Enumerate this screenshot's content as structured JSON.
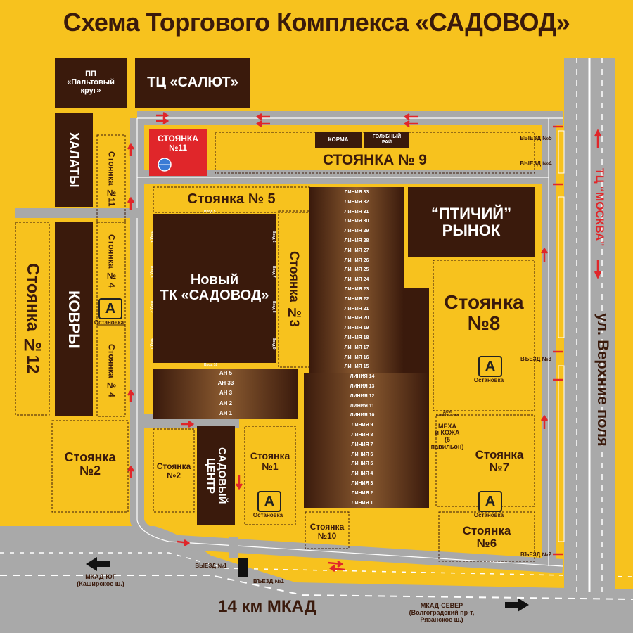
{
  "title": "Схема Торгового Комплекса  «САДОВОД»",
  "buildings": {
    "paltovy": "ПП\n«Пальтовый\nкруг»",
    "salut": "ТЦ «САЛЮТ»",
    "khalaty": "ХАЛАТЫ",
    "kovry": "КОВРЫ",
    "novy_tk": "Новый\nТК «САДОВОД»",
    "ptichiy": "“ПТИЧИЙ”\nРЫНОК",
    "sadovy": "САДОВЫЙ\nЦЕНТР",
    "mekha": "МЕХА\nи КОЖА\n(5 павильон)",
    "dom_biz": "ДОМ\nБИЖУТЕРИИ",
    "korma": "КОРМА",
    "golub": "ГОЛУБНЫЙ\nРАЙ"
  },
  "parkings": {
    "p11_red": "СТОЯНКА\n№11",
    "p9": "СТОЯНКА № 9",
    "p5": "Стоянка № 5",
    "p3": "Стоянка №3",
    "p12": "Стоянка №12",
    "p11": "Стоянка №11",
    "p4a": "Стоянка № 4",
    "p4b": "Стоянка № 4",
    "p8": "Стоянка\n№8",
    "p2a": "Стоянка\n№2",
    "p2b": "Стоянка\n№2",
    "p1": "Стоянка\n№1",
    "p10": "Стоянка\n№10",
    "p7": "Стоянка\n№7",
    "p6": "Стоянка\n№6"
  },
  "bus": {
    "letter": "А",
    "label": "Остановка"
  },
  "lines": [
    "ЛИНИЯ 33",
    "ЛИНИЯ 32",
    "ЛИНИЯ 31",
    "ЛИНИЯ 30",
    "ЛИНИЯ 29",
    "ЛИНИЯ 28",
    "ЛИНИЯ 27",
    "ЛИНИЯ 26",
    "ЛИНИЯ 25",
    "ЛИНИЯ 24",
    "ЛИНИЯ 23",
    "ЛИНИЯ 22",
    "ЛИНИЯ 21",
    "ЛИНИЯ 20",
    "ЛИНИЯ 19",
    "ЛИНИЯ 18",
    "ЛИНИЯ 17",
    "ЛИНИЯ 16",
    "ЛИНИЯ 15",
    "ЛИНИЯ 14",
    "ЛИНИЯ 13",
    "ЛИНИЯ 12",
    "ЛИНИЯ 11",
    "ЛИНИЯ 10",
    "ЛИНИЯ 9",
    "ЛИНИЯ 8",
    "ЛИНИЯ 7",
    "ЛИНИЯ 6",
    "ЛИНИЯ 5",
    "ЛИНИЯ 4",
    "ЛИНИЯ 3",
    "ЛИНИЯ 2",
    "ЛИНИЯ 1"
  ],
  "ah_rows": [
    "АН 5",
    "АН 33",
    "АН 3",
    "АН 2",
    "АН 1"
  ],
  "gates": {
    "v5": "Вход 5",
    "v4": "Вход 4",
    "v3": "Вход 3",
    "v2": "Вход 2",
    "v1": "Вход 1",
    "v6": "Вход 6",
    "v7": "Вход 7",
    "v8": "Вход 8",
    "v9": "Вход 9",
    "v10": "Вход 10"
  },
  "roads": {
    "exit5": "ВЫЕЗД №5",
    "exit4": "ВЫЕЗД №4",
    "entry3": "ВЪЕЗД №3",
    "entry2": "ВЪЕЗД №2",
    "exit1": "ВЫЕЗД №1",
    "entry1": "ВЪЕЗД №1",
    "tc_moskva": "ТЦ “МОСКВА”",
    "verkhnie": "ул. Верхние поля",
    "mkad": "14 км  МКАД",
    "mkad_south": "МКАД-ЮГ\n(Каширское ш.)",
    "mkad_north": "МКАД-СЕВЕР\n(Волгоградский пр-т,\nРязанское ш.)"
  },
  "colors": {
    "yellow": "#f7c21e",
    "brown": "#3a1a0c",
    "road": "#a9a9a9",
    "red": "#e0262a"
  }
}
